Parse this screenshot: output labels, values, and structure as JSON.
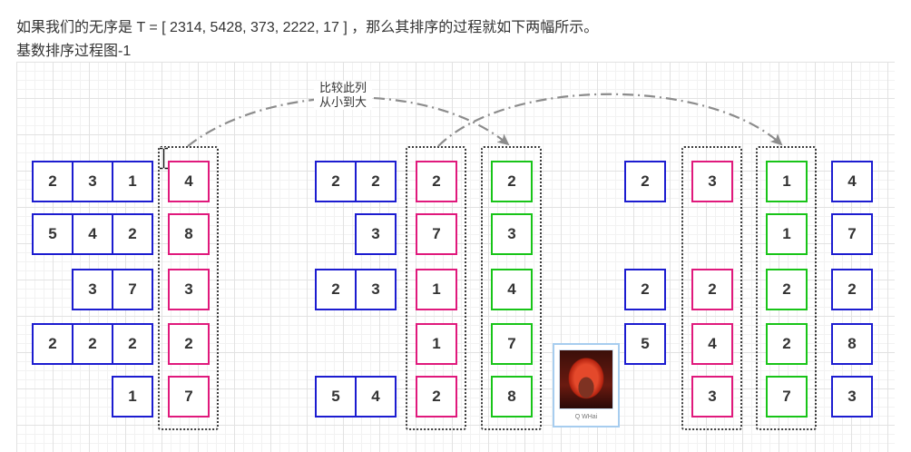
{
  "article": {
    "intro": "如果我们的无序是 T = [ 2314, 5428, 373, 2222, 17 ] ，那么其排序的过程就如下两幅所示。",
    "figure_caption": "基数排序过程图-1"
  },
  "diagram": {
    "arrow_label": {
      "line1": "比较此列",
      "line2": "从小到大"
    },
    "colors": {
      "blue": "#1c1cd0",
      "pink": "#e0197c",
      "green": "#18c418",
      "arrow": "#8c8c8c",
      "frame": "#3c3c3c"
    },
    "stages": [
      {
        "rows": [
          {
            "high": [
              "2",
              "3",
              "1"
            ],
            "compare": "4"
          },
          {
            "high": [
              "5",
              "4",
              "2"
            ],
            "compare": "8"
          },
          {
            "high": [
              "3",
              "7"
            ],
            "compare": "3"
          },
          {
            "high": [
              "2",
              "2",
              "2"
            ],
            "compare": "2"
          },
          {
            "high": [
              "1"
            ],
            "compare": "7"
          }
        ]
      },
      {
        "rows": [
          {
            "high": [
              "2",
              "2"
            ],
            "compare": "2",
            "sorted": "2"
          },
          {
            "high": [
              "3"
            ],
            "compare": "7",
            "sorted": "3"
          },
          {
            "high": [
              "2",
              "3"
            ],
            "compare": "1",
            "sorted": "4"
          },
          {
            "compare": "1",
            "sorted": "7"
          },
          {
            "high": [
              "5",
              "4"
            ],
            "compare": "2",
            "sorted": "8"
          }
        ]
      },
      {
        "rows": [
          {
            "high": [
              "2"
            ],
            "compare": "3",
            "sorted": "1",
            "low": "4"
          },
          {
            "sorted": "1",
            "low": "7"
          },
          {
            "high": [
              "2"
            ],
            "compare": "2",
            "sorted": "2",
            "low": "2"
          },
          {
            "high": [
              "5"
            ],
            "compare": "4",
            "sorted": "2",
            "low": "8"
          },
          {
            "compare": "3",
            "sorted": "7",
            "low": "3"
          }
        ]
      }
    ],
    "avatar": {
      "caption": "Q WHai"
    }
  },
  "icons": {
    "cursor": "text-cursor-icon",
    "arrow": "dash-dot-arrow-icon"
  }
}
